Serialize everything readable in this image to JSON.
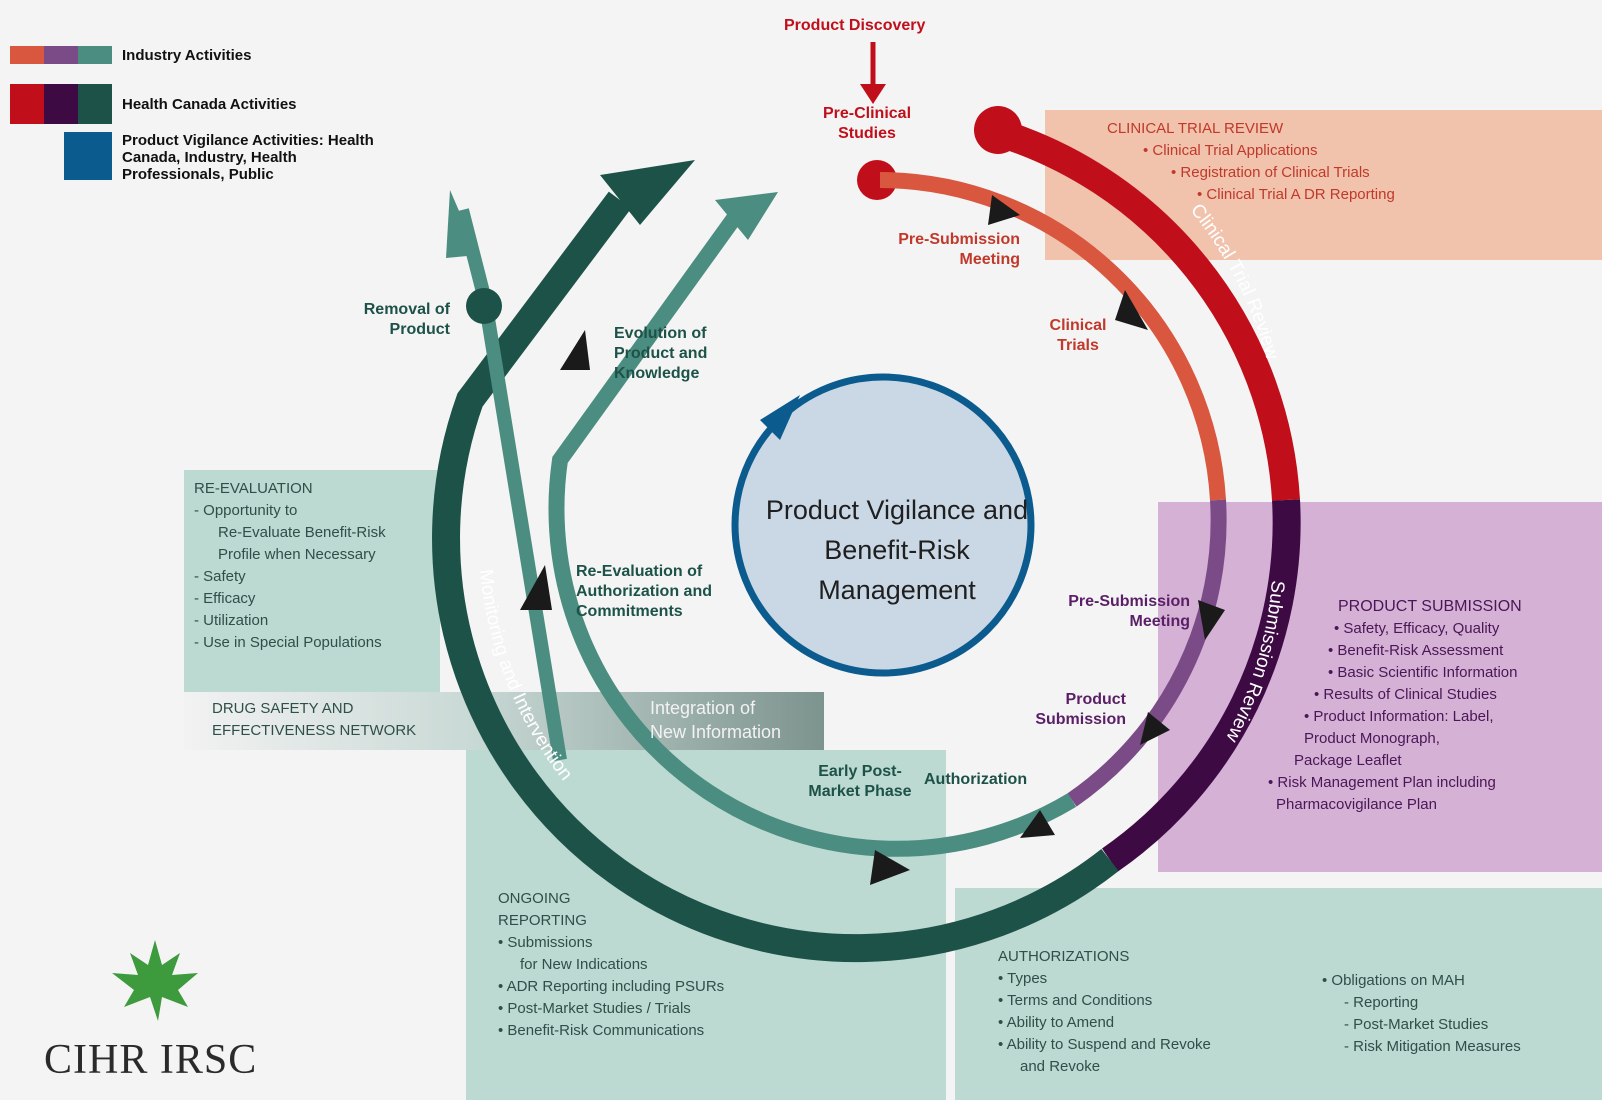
{
  "legend": [
    {
      "text": "Industry Activities",
      "colors": [
        "#d9573f",
        "#7b4b87",
        "#4b8d80"
      ]
    },
    {
      "text": "Health Canada Activities",
      "colors": [
        "#c00f1b",
        "#3d0a44",
        "#1d5248"
      ]
    },
    {
      "text": "Product Vigilance Activities: Health Canada, Industry, Health Professionals, Public",
      "colors": [
        "#0c5b8f"
      ]
    }
  ],
  "center": {
    "title": "Product Vigilance and Benefit-Risk Management"
  },
  "ring_labels": {
    "clinical": "Clinical Trial Review",
    "submission": "Submission Review",
    "monitoring": "Monitoring and Intervention"
  },
  "stages": {
    "discovery": "Product Discovery",
    "preclinical": "Pre-Clinical Studies",
    "pre_sub_1": "Pre-Submission Meeting",
    "clinical_trials": "Clinical Trials",
    "pre_sub_2": "Pre-Submission Meeting",
    "product_submission": "Product Submission",
    "authorization": "Authorization",
    "early_post_market": "Early Post-Market Phase",
    "re_evaluation_stage": "Re-Evaluation of Authorization and Commitments",
    "evolution": "Evolution of Product and Knowledge",
    "removal": "Removal of Product"
  },
  "panels": {
    "clinical_trial_review": {
      "heading": "CLINICAL TRIAL REVIEW",
      "items": [
        "• Clinical Trial Applications",
        "• Registration of Clinical Trials",
        "• Clinical Trial A DR Reporting"
      ]
    },
    "product_submission": {
      "heading": "PRODUCT SUBMISSION",
      "items": [
        "• Safety, Efficacy, Quality",
        "• Benefit-Risk Assessment",
        "• Basic Scientific Information",
        "• Results of Clinical Studies",
        "• Product Information: Label,",
        "Product Monograph,",
        "Package Leaflet",
        "• Risk Management Plan including",
        "Pharmacovigilance Plan"
      ]
    },
    "re_evaluation": {
      "heading": "RE-EVALUATION",
      "items": [
        "-  Opportunity to",
        "Re-Evaluate Benefit-Risk",
        "Profile when Necessary",
        "-  Safety",
        "-  Efficacy",
        "-  Utilization",
        "-  Use in Special Populations"
      ]
    },
    "network": {
      "line1": "DRUG SAFETY AND",
      "line2": "EFFECTIVENESS NETWORK"
    },
    "integration": {
      "line1": "Integration of",
      "line2": "New Information"
    },
    "ongoing": {
      "heading1": "ONGOING",
      "heading2": "REPORTING",
      "items": [
        "•  Submissions",
        "for New Indications",
        "•  ADR Reporting including PSURs",
        "•  Post-Market Studies / Trials",
        "•  Benefit-Risk Communications"
      ]
    },
    "authorizations": {
      "heading": "AUTHORIZATIONS",
      "items": [
        "• Types",
        "• Terms and Conditions",
        "• Ability to Amend",
        "• Ability to Suspend and Revoke",
        "and Revoke"
      ],
      "items2": [
        "• Obligations on MAH",
        "- Reporting",
        "- Post-Market Studies",
        "- Risk Mitigation Measures"
      ]
    }
  },
  "logo": {
    "text": "CIHR IRSC"
  }
}
